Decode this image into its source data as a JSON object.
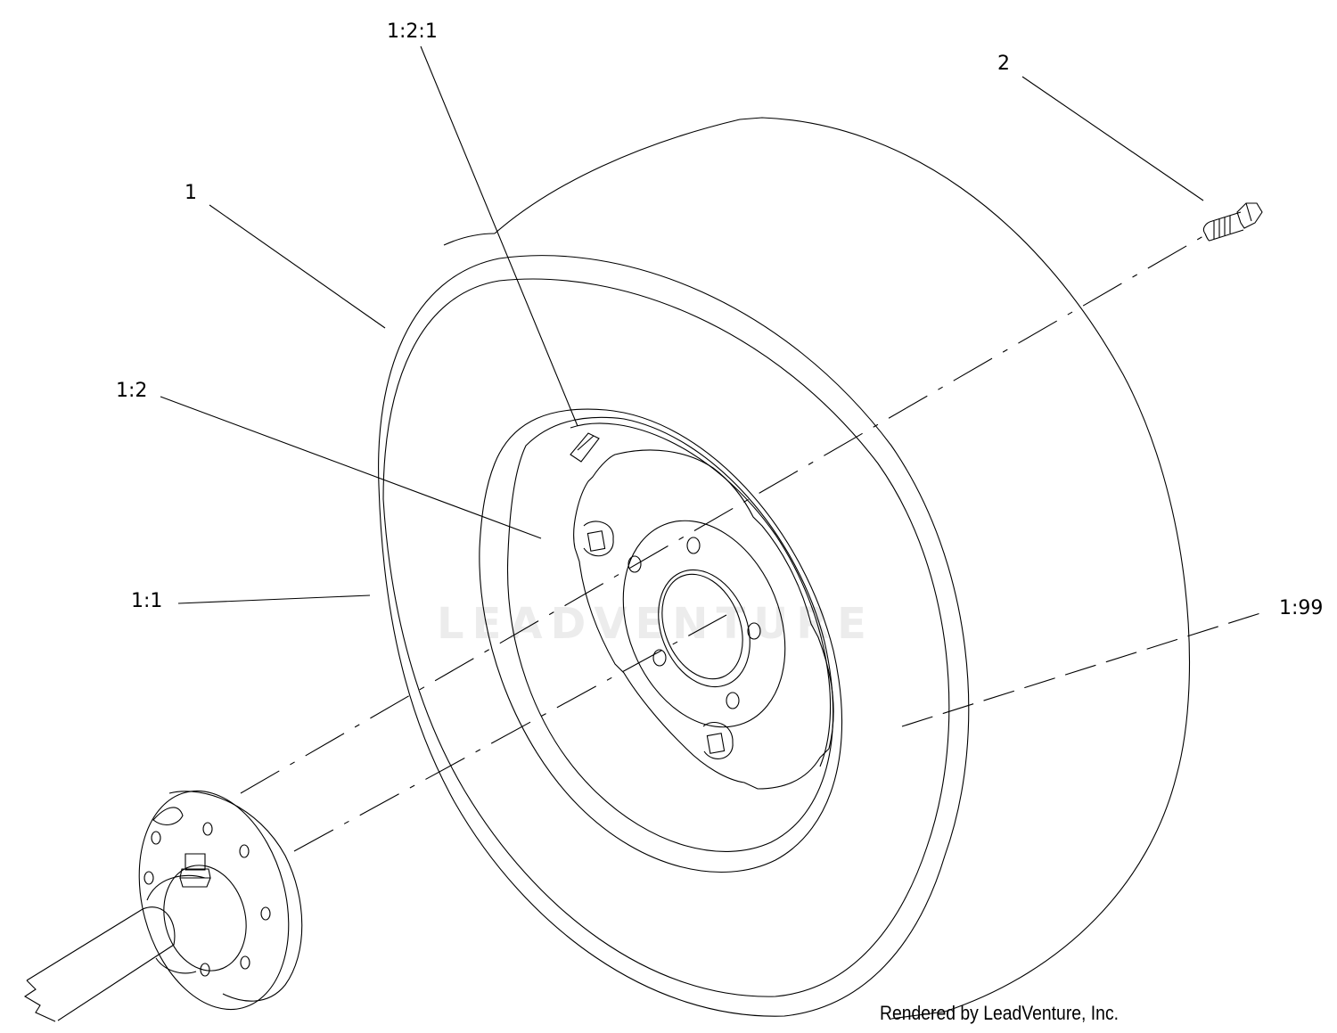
{
  "callouts": {
    "part_1_2_1": "1:2:1",
    "part_2": "2",
    "part_1": "1",
    "part_1_2": "1:2",
    "part_1_1": "1:1",
    "part_1_99": "1:99"
  },
  "footer": {
    "rendered_by": "Rendered by LeadVenture, Inc."
  },
  "watermark": {
    "text": "LEADVENTURE"
  },
  "colors": {
    "line": "#000000",
    "background": "#ffffff"
  }
}
